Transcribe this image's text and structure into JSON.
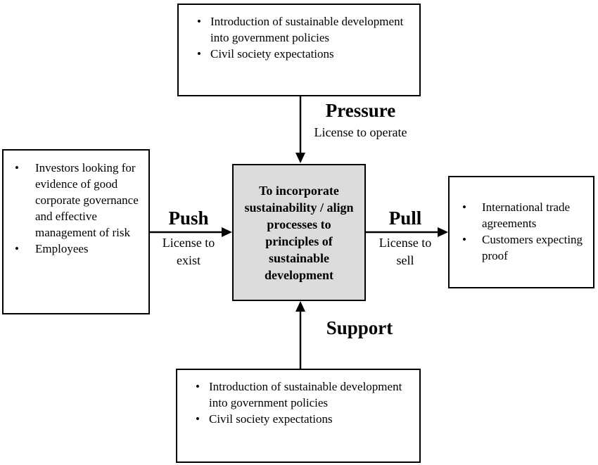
{
  "diagram": {
    "bullet": "•",
    "center_box": {
      "text": "To incorporate sustainability / align processes to principles of sustainable development"
    },
    "boxes": {
      "top": {
        "items": [
          "Introduction of sustainable development into government policies",
          "Civil society expectations"
        ]
      },
      "left": {
        "items": [
          "Investors looking for evidence of good corporate governance and effective management of risk",
          "Employees"
        ]
      },
      "right": {
        "items": [
          "International trade agreements",
          "Customers expecting proof"
        ]
      },
      "bottom": {
        "items": [
          "Introduction of sustainable development into government policies",
          "Civil society expectations"
        ]
      }
    },
    "arrows": {
      "pressure": {
        "title": "Pressure",
        "subtitle": "License to operate",
        "direction": "down"
      },
      "push": {
        "title": "Push",
        "subtitle": "License to exist",
        "direction": "right"
      },
      "pull": {
        "title": "Pull",
        "subtitle": "License to sell",
        "direction": "right"
      },
      "support": {
        "title": "Support",
        "direction": "up"
      }
    },
    "colors": {
      "center_fill": "#dcdcdc",
      "line": "#000000",
      "background": "#ffffff"
    }
  }
}
